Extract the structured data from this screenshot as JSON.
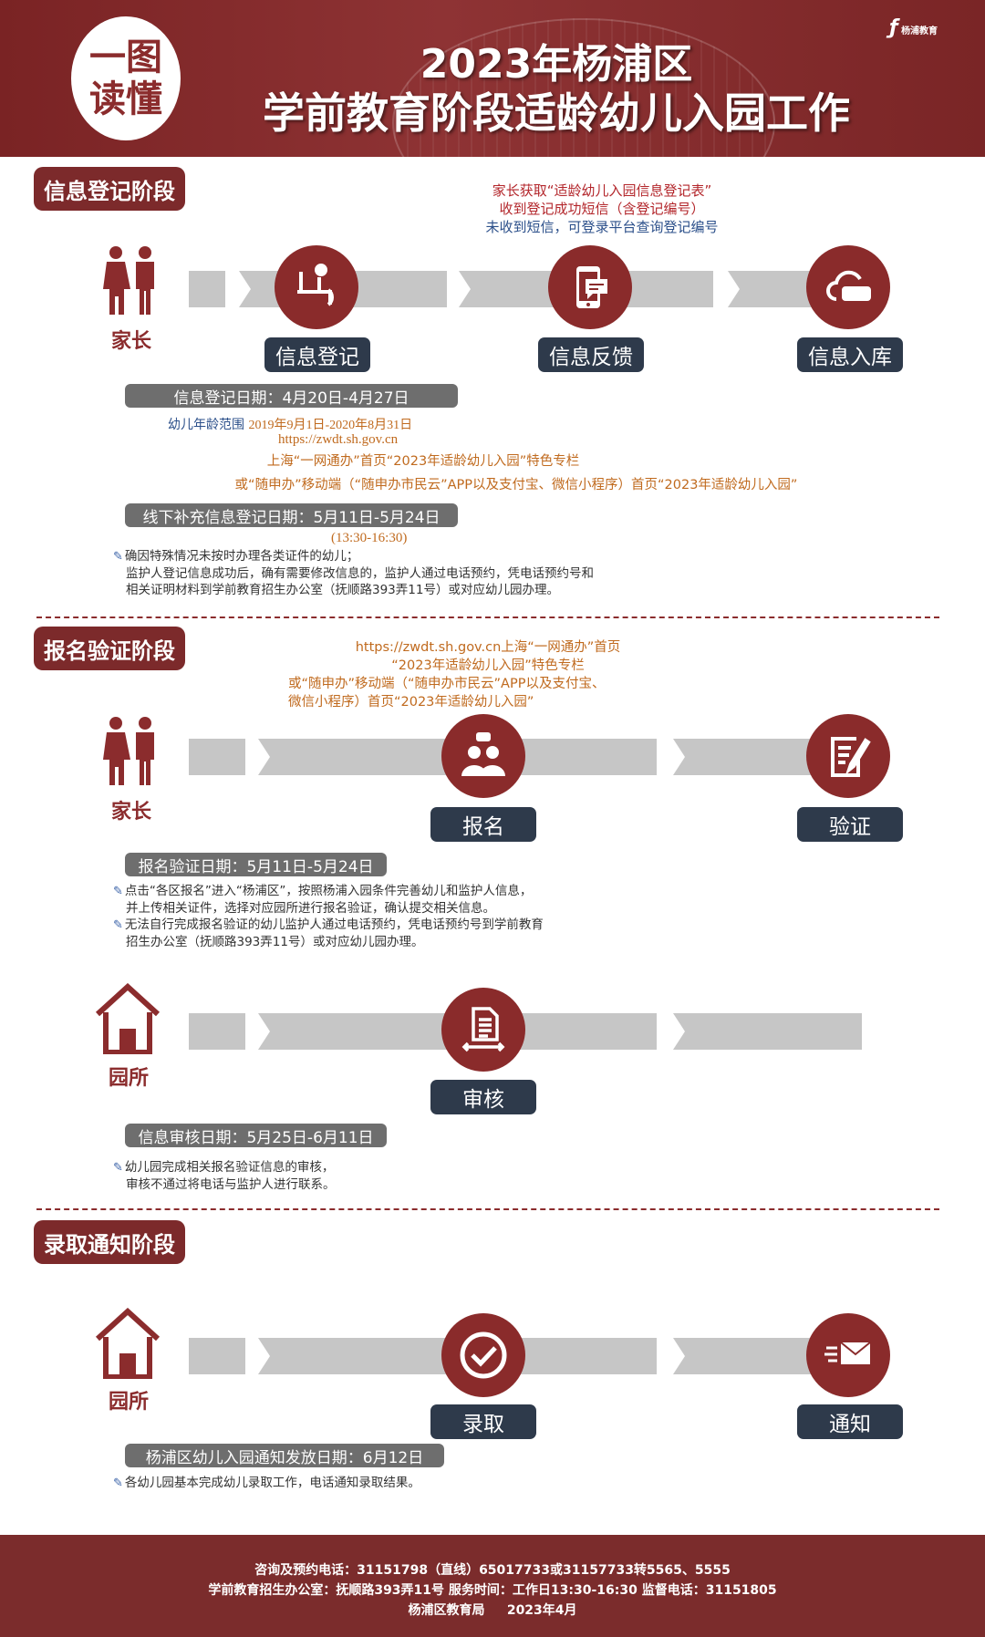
{
  "header": {
    "badge_line1": "一图",
    "badge_line2": "读懂",
    "title_line1": "2023年杨浦区",
    "title_line2": "学前教育阶段适龄幼儿入园工作",
    "logo_text": "杨浦教育"
  },
  "stage1": {
    "title": "信息登记阶段",
    "info_lines": [
      "家长获取“适龄幼儿入园信息登记表”",
      "收到登记成功短信（含登记编号）",
      "未收到短信，可登录平台查询登记编号"
    ],
    "actor": "家长",
    "steps": [
      "信息登记",
      "信息反馈",
      "信息入库"
    ],
    "date1": "信息登记日期：4月20日-4月27日",
    "age_label": "幼儿年龄范围",
    "age_range": "2019年9月1日-2020年8月31日",
    "url": "https://zwdt.sh.gov.cn",
    "channel1": "上海“一网通办”首页“2023年适龄幼儿入园”特色专栏",
    "channel2": "或“随申办”移动端（“随申办市民云”APP以及支付宝、微信小程序）首页“2023年适龄幼儿入园”",
    "date2": "线下补充信息登记日期：5月11日-5月24日",
    "time": "(13:30-16:30)",
    "notes": [
      "确因特殊情况未按时办理各类证件的幼儿；",
      "监护人登记信息成功后，确有需要修改信息的，监护人通过电话预约，凭电话预约号和",
      "相关证明材料到学前教育招生办公室（抚顺路393弄11号）或对应幼儿园办理。"
    ]
  },
  "stage2": {
    "title": "报名验证阶段",
    "info_lines": [
      "https://zwdt.sh.gov.cn上海“一网通办”首页",
      "“2023年适龄幼儿入园”特色专栏",
      "或“随申办”移动端（“随申办市民云”APP以及支付宝、",
      "微信小程序）首页“2023年适龄幼儿入园”"
    ],
    "actor": "家长",
    "steps": [
      "报名",
      "验证"
    ],
    "date": "报名验证日期：5月11日-5月24日",
    "notes": [
      "点击“各区报名”进入“杨浦区”，按照杨浦入园条件完善幼儿和监护人信息，",
      "并上传相关证件，选择对应园所进行报名验证，确认提交相关信息。",
      "无法自行完成报名验证的幼儿监护人通过电话预约，凭电话预约号到学前教育",
      "招生办公室（抚顺路393弄11号）或对应幼儿园办理。"
    ],
    "review": {
      "actor": "园所",
      "step": "审核",
      "date": "信息审核日期：5月25日-6月11日",
      "notes": [
        "幼儿园完成相关报名验证信息的审核，",
        "审核不通过将电话与监护人进行联系。"
      ]
    }
  },
  "stage3": {
    "title": "录取通知阶段",
    "actor": "园所",
    "steps": [
      "录取",
      "通知"
    ],
    "date": "杨浦区幼儿入园通知发放日期：6月12日",
    "notes": [
      "各幼儿园基本完成幼儿录取工作，电话通知录取结果。"
    ]
  },
  "footer": {
    "line1": "咨询及预约电话：31151798（直线）65017733或31157733转5565、5555",
    "line2": "学前教育招生办公室：抚顺路393弄11号 服务时间：工作日13:30-16:30 监督电话：31151805",
    "line3": "杨浦区教育局     2023年4月"
  },
  "colors": {
    "brand_red": "#7c2a2b",
    "label_dark": "#2e3a4b",
    "pill_gray": "#6e6e6e",
    "orange": "#c06a1e"
  }
}
